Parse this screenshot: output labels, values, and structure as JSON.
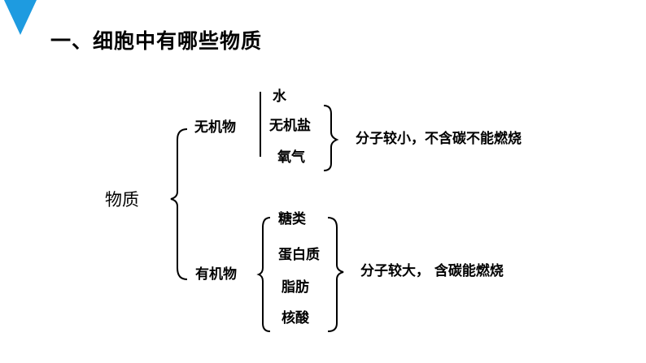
{
  "slide": {
    "accent_color": "#1e9be0",
    "corner_icon": "down-triangle-icon",
    "title": "一、细胞中有哪些物质"
  },
  "tree": {
    "root": "物质",
    "inorganic": {
      "label": "无机物",
      "items": [
        "水",
        "无机盐",
        "氧气"
      ],
      "note": "分子较小，不含碳不能燃烧"
    },
    "organic": {
      "label": "有机物",
      "items": [
        "糖类",
        "蛋白质",
        "脂肪",
        "核酸"
      ],
      "note": "分子较大， 含碳能燃烧"
    }
  }
}
